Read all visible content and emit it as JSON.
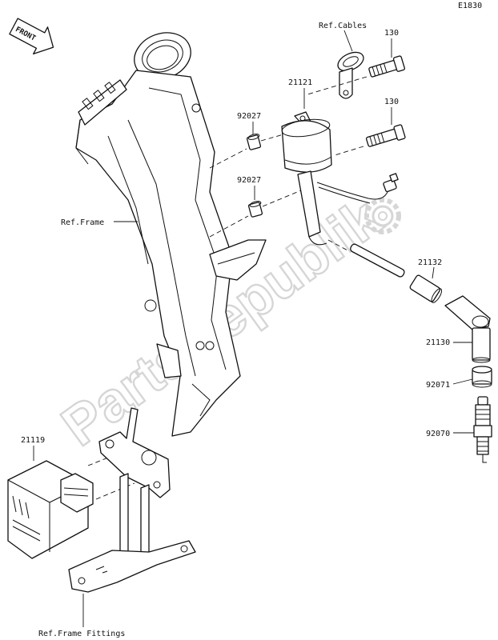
{
  "diagram_code": "E1830",
  "front_label": "FRONT",
  "watermark": "PartsRepublik",
  "labels": {
    "ref_cables": "Ref.Cables",
    "bolt_130_top": "130",
    "coil_21121": "21121",
    "bolt_130_mid": "130",
    "collar_92027_top": "92027",
    "collar_92027_bottom": "92027",
    "ref_frame": "Ref.Frame",
    "cap_21132": "21132",
    "cap_21130": "21130",
    "washer_92071": "92071",
    "plug_92070": "92070",
    "unit_21119": "21119",
    "ref_frame_fittings": "Ref.Frame Fittings"
  }
}
